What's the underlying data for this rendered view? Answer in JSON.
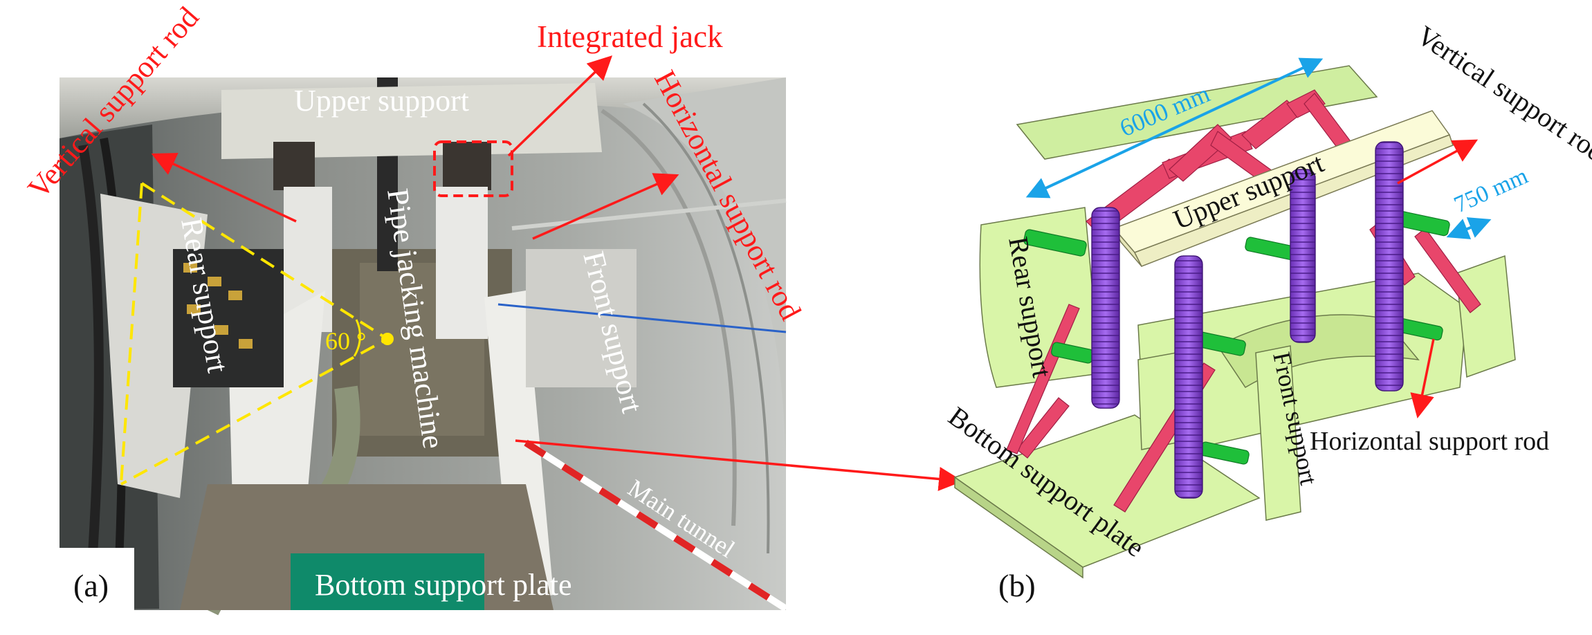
{
  "panel_a": {
    "panel_label": "(a)",
    "labels": {
      "upper_support": "Upper support",
      "integrated_jack": "Integrated jack",
      "vertical_support_rod": "Vertical support rod",
      "horizontal_support_rod": "Horizontal support rod",
      "pipe_jacking_machine": "Pipe jacking machine",
      "rear_support": "Rear support",
      "front_support": "Front support",
      "main_tunnel": "Main tunnel",
      "bottom_support_plate": "Bottom support plate",
      "angle": "60 °"
    }
  },
  "panel_b": {
    "panel_label": "(b)",
    "labels": {
      "upper_support": "Upper support",
      "vertical_support_rod": "Vertical support rod",
      "horizontal_support_rod": "Horizontal support rod",
      "rear_support": "Rear support",
      "front_support": "Front support",
      "bottom_support_plate": "Bottom support plate",
      "length_dim": "6000 mm",
      "spacing_dim": "750 mm"
    }
  },
  "colors": {
    "annotation_red": "#ff1a1a",
    "dimension_blue": "#1aa3e8",
    "angle_yellow": "#ffe600",
    "plate_green": "#d9f5a8",
    "rod_purple": "#8b3fd6",
    "brace_pink": "#e8466b",
    "bolt_green": "#1fbf3a"
  }
}
